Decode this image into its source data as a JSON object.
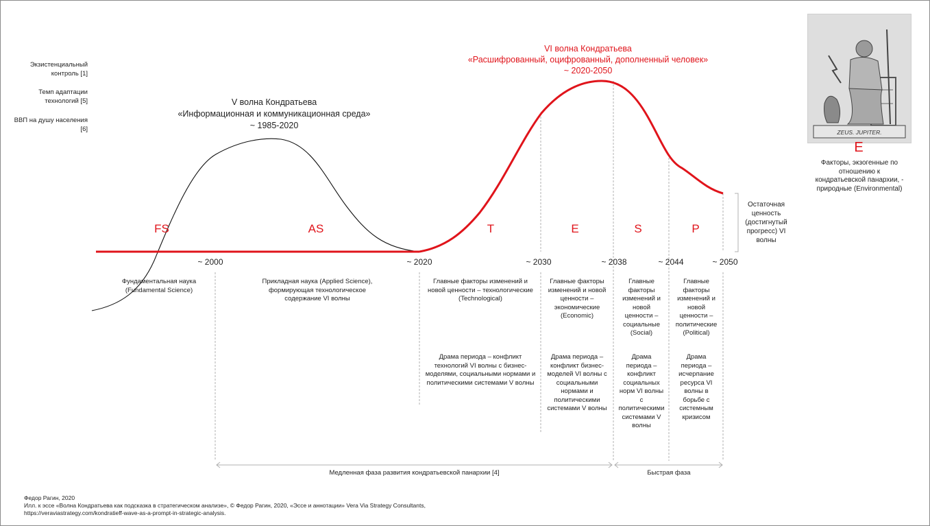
{
  "left_labels": [
    "Экзистенциальный контроль [1]",
    "Темп адаптации технологий [5]",
    "ВВП на душу населения [6]"
  ],
  "wave5": {
    "line1": "V волна Кондратьева",
    "line2": "«Информационная и коммуникационная среда»",
    "line3": "~ 1985-2020"
  },
  "wave6": {
    "line1": "VI волна Кондратьева",
    "line2": "«Расшифрованный, оцифрованный, дополненный человек»",
    "line3": "~ 2020-2050"
  },
  "phases": [
    "FS",
    "AS",
    "T",
    "E",
    "S",
    "P"
  ],
  "ticks": [
    "~ 2000",
    "~ 2020",
    "~ 2030",
    "~ 2038",
    "~ 2044",
    "~ 2050"
  ],
  "residual": "Остаточная ценность (достигнутый прогресс) VI волны",
  "descriptions": {
    "fs": "Фундаментальная наука (Fundamental Science)",
    "as": "Прикладная наука (Applied Science), формирующая технологическое содержание VI волны",
    "t": "Главные факторы изменений и новой ценности – технологические (Technological)",
    "e": "Главные факторы изменений и новой ценности – экономические (Economic)",
    "s": "Главные факторы изменений и новой ценности – социальные (Social)",
    "p": "Главные факторы изменений и новой ценности – политические (Political)"
  },
  "dramas": {
    "t": "Драма периода – конфликт технологий VI волны с бизнес-моделями, социальными нормами и политическими системами V волны",
    "e": "Драма периода – конфликт бизнес-моделей VI волны с социальными нормами и политическими системами V волны",
    "s": "Драма периода – конфликт социальных норм VI волны с политическими системами V волны",
    "p": "Драма периода – исчерпание ресурса VI волны в борьбе с системным кризисом"
  },
  "slow_phase": "Медленная фаза развития кондратьевской панархии [4]",
  "fast_phase": "Быстрая фаза",
  "zeus": {
    "caption": "ZEUS. JUPITER.",
    "letter": "E",
    "text": "Факторы, экзогенные по отношению к кондратьевской панархии, - природные (Environmental)"
  },
  "footer": {
    "line1": "Федор Рагин, 2020",
    "line2": "Илл. к эссе «Волна Кондратьева как подсказка в стратегическом анализе», © Федор Рагин, 2020, «Эссе и аннотации» Vera Via Strategy Consultants,",
    "line3": "https://veraviastrategy.com/kondratieff-wave-as-a-prompt-in-strategic-analysis."
  },
  "colors": {
    "accent": "#e0141b",
    "curve": "#111111",
    "grid": "#b0b0b0"
  }
}
